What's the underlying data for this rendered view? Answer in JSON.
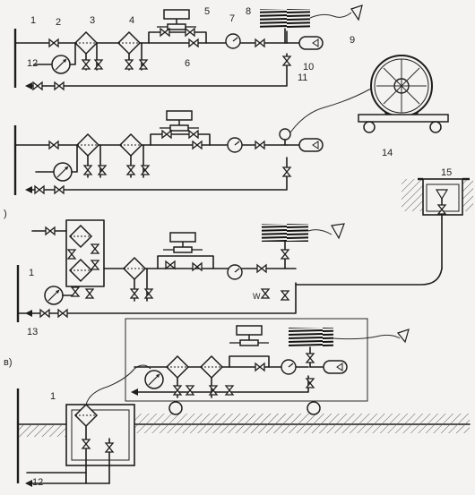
{
  "labels": {
    "l1": "1",
    "l2": "2",
    "l3": "3",
    "l4": "4",
    "l5": "5",
    "l6": "6",
    "l7": "7",
    "l8": "8",
    "l9": "9",
    "l10": "10",
    "l11": "11",
    "l12": "12",
    "l13": "13",
    "l14": "14",
    "l15": "15",
    "l1b": "1",
    "l1c": "1",
    "l12b": "12",
    "w_mark": "W",
    "bracket": ")",
    "section_c": "в)"
  },
  "colors": {
    "ink": "#1d1d1d",
    "paper": "#f4f3f1",
    "hatch": "#555555"
  }
}
